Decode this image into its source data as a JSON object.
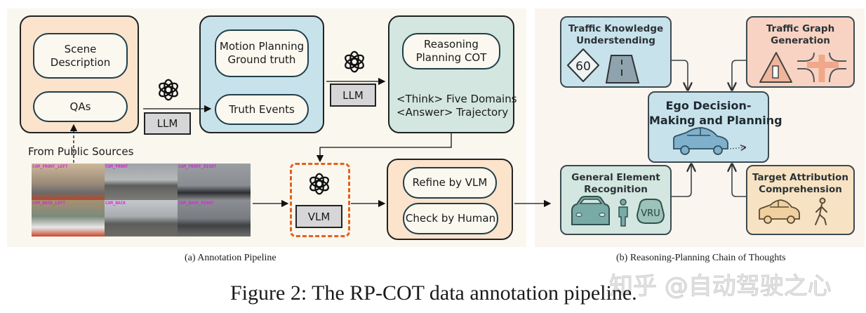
{
  "annotation_pipeline": {
    "source_box": {
      "items": [
        "Scene\nDescription",
        "QAs"
      ]
    },
    "llm_label_1": "LLM",
    "ground_truth_box": {
      "items": [
        "Motion Planning\nGround truth",
        "Truth Events"
      ]
    },
    "llm_label_2": "LLM",
    "cot_box": {
      "title": "Reasoning\nPlanning COT",
      "think_line": "<Think> Five Domains",
      "answer_line": "<Answer> Trajectory"
    },
    "public_sources_label": "From Public Sources",
    "camera_labels": [
      "CAM_FRONT_LEFT",
      "CAM_FRONT",
      "CAM_FRONT_RIGHT",
      "CAM_BACK_LEFT",
      "CAM_BACK",
      "CAM_BACK_RIGHT"
    ],
    "vlm_label": "VLM",
    "refine_box": {
      "items": [
        "Refine by VLM",
        "Check by Human"
      ]
    },
    "caption": "(a) Annotation Pipeline"
  },
  "reasoning_chain": {
    "traffic_knowledge": "Traffic Knowledge\nUnderstending",
    "speed_sign": "60",
    "traffic_graph": "Traffic Graph\nGeneration",
    "ego": "Ego Decision-\nMaking and Planning",
    "general_element": "General Element\nRecognition",
    "vru": "VRU",
    "target_attribution": "Target Attribution\nComprehension",
    "caption": "(b) Reasoning-Planning Chain of Thoughts"
  },
  "figure_caption": "Figure 2: The RP-COT data annotation pipeline.",
  "watermark": "知乎 @自动驾驶之心",
  "colors": {
    "peach": "#fbe3cc",
    "blue": "#c8e2ec",
    "green": "#d3e6df",
    "salmon": "#f8d3c3",
    "sand": "#f7e3c3",
    "vlm_dash": "#e2621e"
  }
}
